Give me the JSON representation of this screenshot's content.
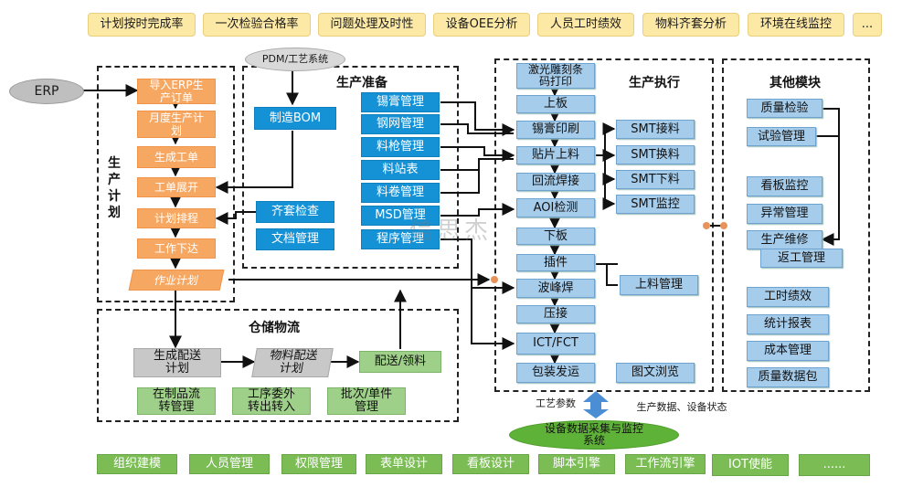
{
  "kpis": [
    "计划按时完成率",
    "一次检验合格率",
    "问题处理及时性",
    "设备OEE分析",
    "人员工时绩效",
    "物料齐套分析",
    "环境在线监控",
    "..."
  ],
  "erp": "ERP",
  "pdm": "PDM/工艺系统",
  "plan": {
    "title": "生产计划",
    "items": [
      "导入ERP生产订单",
      "月度生产计划",
      "生成工单",
      "工单展开",
      "计划排程",
      "工作下达",
      "作业计划"
    ]
  },
  "prep": {
    "title": "生产准备",
    "left": [
      "制造BOM",
      "齐套检查",
      "文档管理"
    ],
    "right": [
      "锡膏管理",
      "钢网管理",
      "料枪管理",
      "料站表",
      "料卷管理",
      "MSD管理",
      "程序管理"
    ]
  },
  "exec": {
    "title": "生产执行",
    "flow": [
      "激光雕刻条码打印",
      "上板",
      "锡膏印刷",
      "贴片上料",
      "回流焊接",
      "AOI检测",
      "下板",
      "插件",
      "波峰焊",
      "压接",
      "ICT/FCT",
      "包装发运"
    ],
    "smt": [
      "SMT接料",
      "SMT换料",
      "SMT下料",
      "SMT监控"
    ],
    "feed": "上料管理",
    "doc": "图文浏览"
  },
  "other": {
    "title": "其他模块",
    "items": [
      "质量检验",
      "试验管理",
      "看板监控",
      "异常管理",
      "生产维修",
      "返工管理",
      "工时绩效",
      "统计报表",
      "成本管理",
      "质量数据包"
    ]
  },
  "ware": {
    "title": "仓储物流",
    "items": [
      "生成配送计划",
      "物料配送计划",
      "配送/领料",
      "在制品流转管理",
      "工序委外转出转入",
      "批次/单件管理"
    ]
  },
  "bottom": {
    "left_label": "工艺参数",
    "right_label": "生产数据、设备状态",
    "system": "设备数据采集与监控系统"
  },
  "base": [
    "组织建模",
    "人员管理",
    "权限管理",
    "表单设计",
    "看板设计",
    "脚本引擎",
    "工作流引擎",
    "IOT使能",
    "......"
  ],
  "watermark": "信思杰",
  "colors": {
    "kpi": "#fde9a6",
    "plan": "#f6a863",
    "prep": "#1592d6",
    "exec": "#a6cceb",
    "ware": "#9fd08a",
    "base": "#7bbd54",
    "connector": "#e8935a"
  }
}
